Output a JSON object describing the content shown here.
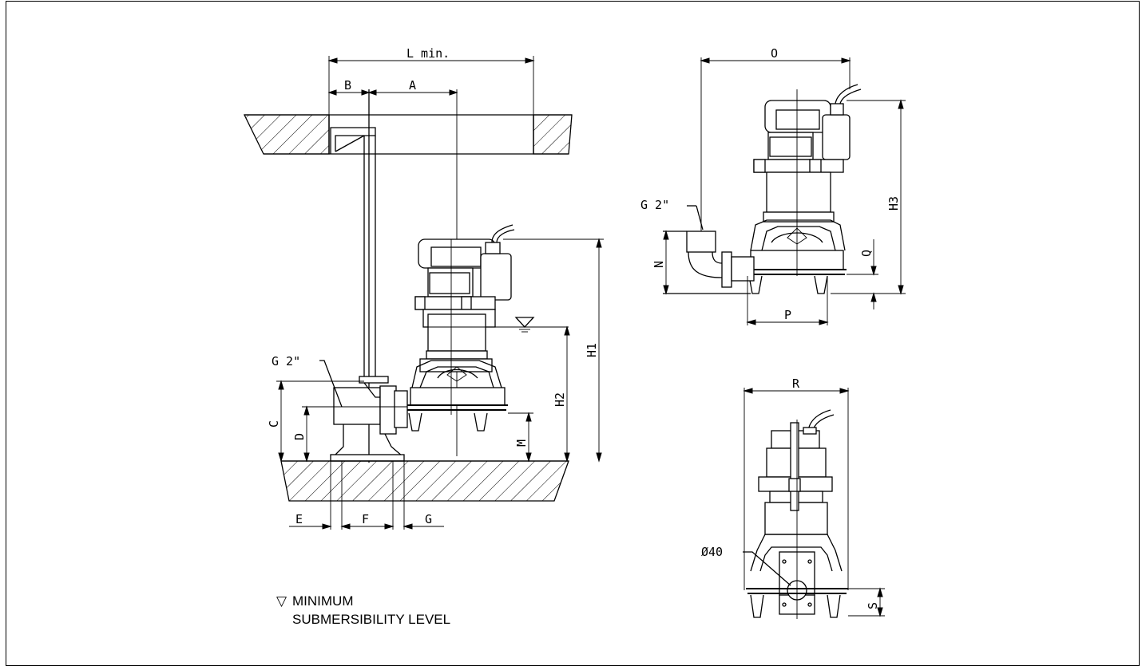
{
  "dims": {
    "l_min": "L  min.",
    "a": "A",
    "b": "B",
    "c": "C",
    "d": "D",
    "e": "E",
    "f": "F",
    "g": "G",
    "h1": "H1",
    "h2": "H2",
    "h3": "H3",
    "m": "M",
    "n": "N",
    "o": "O",
    "p": "P",
    "q": "Q",
    "r": "R",
    "s": "S",
    "g2_side": "G  2\"",
    "g2_top": "G  2\"",
    "dia40": "Ø40"
  },
  "legend": {
    "symbol": "▽",
    "line1": "MINIMUM",
    "line2": "SUBMERSIBILITY LEVEL"
  }
}
